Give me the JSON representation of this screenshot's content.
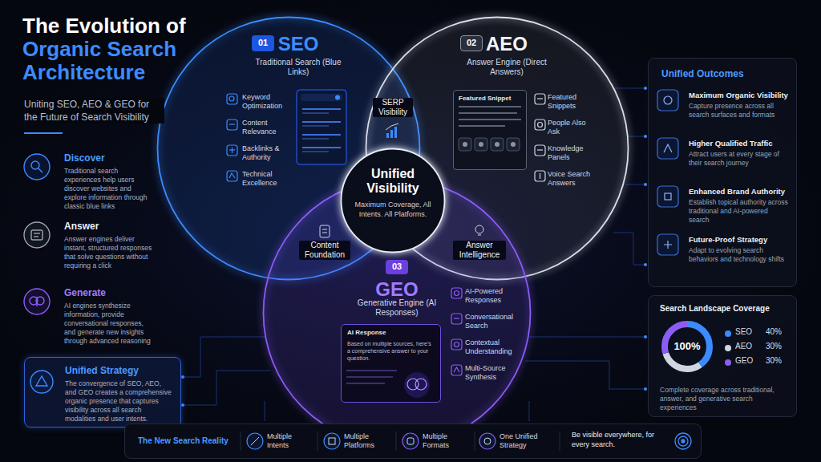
{
  "diagram": {
    "title": "The Evolution of Organic Search Architecture",
    "nodes": [
      {
        "text": [
          "Discover",
          "Traditional search experiences help users discover websites and explore information through classic blue links"
        ]
      },
      {
        "text": [
          "Answer",
          "Answer engines deliver instant, structured responses that solve questions without requiring a click"
        ]
      },
      {
        "text": [
          "Generate",
          "AI engines synthesize information, provide conversational responses, and generate new insights through advanced reasoning"
        ]
      },
      {
        "text": [
          "Unified Strategy",
          "The convergence of SEO, AEO, and GEO creates a comprehensive organic presence that captures visibility across all search modalities and user intents."
        ]
      },
      {
        "text": [
          "SEO",
          "Traditional Search (Blue Links)"
        ]
      },
      {
        "text": [
          "01"
        ],
        "in": 4
      },
      {
        "text": [
          "AEO",
          "Answer Engine (Direct Answers)"
        ]
      },
      {
        "text": [
          "02"
        ],
        "in": 6
      },
      {
        "text": [
          "Featured Snippet"
        ],
        "in": 6
      },
      {
        "text": [
          "GEO",
          "Generative Engine (AI Responses)"
        ]
      },
      {
        "text": [
          "03"
        ],
        "in": 9
      },
      {
        "text": [
          "AI Response",
          "Based on multiple sources, here's a comprehensive answer to your question."
        ],
        "in": 9
      },
      {
        "text": [
          "Unified Visibility",
          "Maximum Coverage, All Intents. All Platforms."
        ]
      },
      {
        "text": [
          "Unified Outcomes"
        ]
      },
      {
        "text": [
          "Maximum Organic Visibility",
          "Capture presence across all search surfaces and formats"
        ],
        "in": 13
      },
      {
        "text": [
          "Higher Qualified Traffic",
          "Attract users at every stage of their search journey"
        ],
        "in": 13
      },
      {
        "text": [
          "Enhanced Brand Authority",
          "Establish topical authority across traditional and AI-powered search"
        ],
        "in": 13
      },
      {
        "text": [
          "Future-Proof Strategy",
          "Adapt to evolving search behaviors and technology shifts"
        ],
        "in": 13
      },
      {
        "text": [
          "Search Landscape Coverage",
          "Complete coverage across traditional, answer, and generative search experiences"
        ]
      },
      {
        "text": [
          "The New Search Reality",
          "Be visible everywhere, for every search."
        ]
      }
    ],
    "labels": [
      "Uniting SEO, AEO & GEO for the Future of Search Visibility",
      "Keyword Optimization",
      "Content Relevance",
      "Backlinks & Authority",
      "Technical Excellence",
      "SERP Visibility",
      "Featured Snippets",
      "People Also Ask",
      "Knowledge Panels",
      "Voice Search Answers",
      "Content Foundation",
      "Answer Intelligence",
      "AI-Powered Responses",
      "Conversational Search",
      "Contextual Understanding",
      "Multi-Source Synthesis",
      "100%",
      "40%",
      "30%",
      "30%",
      "Multiple Intents",
      "Multiple Platforms",
      "Multiple Formats",
      "One Unified Strategy"
    ],
    "legend": [
      {
        "text": "SEO",
        "color": "#3b8bff"
      },
      {
        "text": "AEO",
        "color": "#cfd5e2"
      },
      {
        "text": "GEO",
        "color": "#8b5cf6"
      }
    ]
  }
}
